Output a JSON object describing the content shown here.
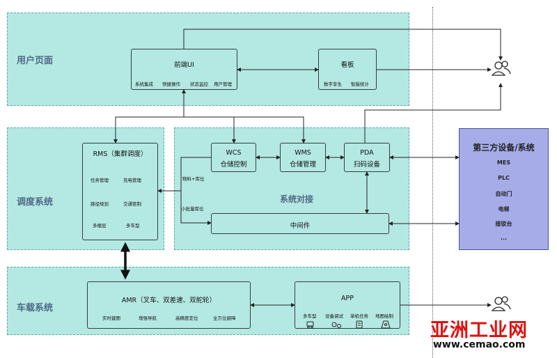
{
  "zones": {
    "user": "用户页面",
    "dispatch": "调度系统",
    "integration": "系统对接",
    "vehicle": "车载系统"
  },
  "frontend": {
    "title": "前端UI",
    "items": [
      "系统集成",
      "快捷操作",
      "状态监控",
      "用户管理"
    ]
  },
  "dashboard": {
    "title": "看板",
    "items": [
      "数字孪生",
      "智能统计"
    ]
  },
  "rms": {
    "title": "RMS（集群调度）",
    "items": [
      "任务管理",
      "充电管理",
      "路径规划",
      "交通管制",
      "多楼层",
      "多车型"
    ]
  },
  "wcs": {
    "title1": "WCS",
    "title2": "仓储控制"
  },
  "wms": {
    "title1": "WMS",
    "title2": "仓储管理"
  },
  "pda": {
    "title1": "PDA",
    "title2": "扫码设备"
  },
  "middleware": {
    "title": "中间件"
  },
  "edge_labels": {
    "material": "物料+库位",
    "small_batch": "小批量库位"
  },
  "amr": {
    "title": "AMR（叉车、双差速、双舵轮）",
    "items": [
      "实时建图",
      "增强导航",
      "高精度定位",
      "全方位避障"
    ]
  },
  "app": {
    "title": "APP",
    "items": [
      "多车型",
      "设备调试",
      "单机任务",
      "地图绘制"
    ]
  },
  "third_party": {
    "title": "第三方设备/系统",
    "items": [
      "MES",
      "PLC",
      "自动门",
      "电梯",
      "接驳台",
      "..."
    ]
  },
  "watermark": {
    "brand": "亚洲工业网",
    "url": "www.cemao.com"
  },
  "colors": {
    "zone": "#b4e8e3",
    "third_party": "#a5ace8",
    "watermark": "#e01010"
  }
}
